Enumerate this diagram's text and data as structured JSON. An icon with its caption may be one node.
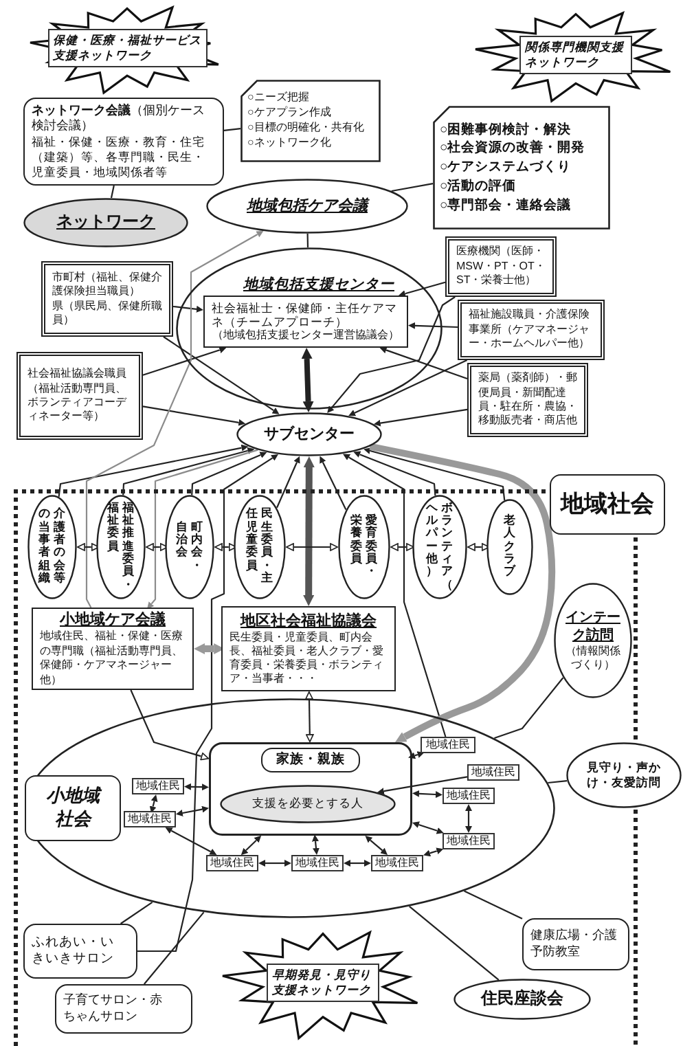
{
  "diagram": {
    "nodes": [
      {
        "text": [
          "保健・医療・福祉サービス支援ネットワーク"
        ]
      },
      {
        "text": [
          "関係専門機関支援ネットワーク"
        ]
      },
      {
        "text": [
          "**ネットワーク会議**（個別ケース検討会議）",
          "福祉・保健・医療・教育・住宅（建築）等、各専門職・民生・児童委員・地域関係者等"
        ]
      },
      {
        "text": [
          "○ニーズ把握",
          "○ケアプラン作成",
          "○目標の明確化・共有化",
          "○ネットワーク化"
        ]
      },
      {
        "text": [
          "○困難事例検討・解決",
          "○社会資源の改善・開発",
          "○ケアシステムづくり",
          "○活動の評価",
          "○専門部会・連絡会議"
        ]
      },
      {
        "text": [
          "ネットワーク"
        ]
      },
      {
        "text": [
          "地域包括ケア会議"
        ]
      },
      {
        "text": [
          "医療機関（医師・MSW・PT・OT・ST・栄養士他）"
        ]
      },
      {
        "text": [
          "市町村（福祉、保健介護保険担当職員）",
          "県（県民局、保健所職員）"
        ]
      },
      {
        "text": [
          "地域包括支援センター"
        ]
      },
      {
        "text": [
          "社会福祉士・保健師・主任ケアマネ（チームアプローチ）",
          "（地域包括支援センター運営協議会）"
        ],
        "in": 9
      },
      {
        "text": [
          "福祉施設職員・介護保険事業所（ケアマネージャー・ホームヘルパー他）"
        ]
      },
      {
        "text": [
          "社会福祉協議会職員",
          "（福祉活動専門員、ボランティアコーディネーター等）"
        ]
      },
      {
        "text": [
          "薬局（薬剤師）・郵便局員・新聞配達員・駐在所・農協・移動販売者・商店他"
        ]
      },
      {
        "text": [
          "サブセンター"
        ]
      },
      {
        "text": [
          "地域社会"
        ]
      },
      {
        "text": [
          "介護者の会等の当事者組織"
        ],
        "in": 15
      },
      {
        "text": [
          "福祉推進委員・福祉委員"
        ],
        "in": 15
      },
      {
        "text": [
          "町内会・自治会"
        ],
        "in": 15
      },
      {
        "text": [
          "民生委員・主任児童委員"
        ],
        "in": 15
      },
      {
        "text": [
          "愛育委員・栄養委員"
        ],
        "in": 15
      },
      {
        "text": [
          "ボランティア（ヘルパー他）"
        ],
        "in": 15
      },
      {
        "text": [
          "老人クラブ"
        ],
        "in": 15
      },
      {
        "text": [
          "インテーク訪問",
          "（情報関係づくり）"
        ],
        "in": 15
      },
      {
        "text": [
          "小地域ケア会議",
          "地域住民、福祉・保健・医療の専門職（福祉活動専門員、保健師・ケアマネージャー他）"
        ],
        "in": 15
      },
      {
        "text": [
          "地区社会福祉協議会",
          "民生委員・児童委員、町内会長、福祉委員・老人クラブ・愛育委員・栄養委員・ボランティア・当事者・・・"
        ],
        "in": 15
      },
      {
        "text": [
          "小地域社会"
        ],
        "in": 15
      },
      {
        "text": [
          "地域住民"
        ],
        "in": 26
      },
      {
        "text": [
          "家族・親族"
        ],
        "in": 26
      },
      {
        "text": [
          "支援を必要とする人"
        ],
        "in": 28
      },
      {
        "text": [
          "地域住民"
        ],
        "in": 26
      },
      {
        "text": [
          "地域住民"
        ],
        "in": 26
      },
      {
        "text": [
          "地域住民"
        ],
        "in": 26
      },
      {
        "text": [
          "見守り・声かけ・友愛訪問"
        ]
      },
      {
        "text": [
          "地域住民"
        ],
        "in": 26
      },
      {
        "text": [
          "地域住民"
        ],
        "in": 26
      },
      {
        "text": [
          "地域住民"
        ],
        "in": 26
      },
      {
        "text": [
          "地域住民"
        ],
        "in": 26
      },
      {
        "text": [
          "地域住民"
        ],
        "in": 26
      },
      {
        "text": [
          "健康広場・介護予防教室"
        ],
        "in": 15
      },
      {
        "text": [
          "ふれあい・いきいきサロン"
        ],
        "in": 15
      },
      {
        "text": [
          "住民座談会"
        ],
        "in": 15
      },
      {
        "text": [
          "子育てサロン・赤ちゃんサロン"
        ],
        "in": 15
      },
      {
        "text": [
          "早期発見・見守り支援ネットワーク"
        ],
        "in": 15
      }
    ],
    "edges": [
      {
        "from": 2,
        "to": 5,
        "arrow": "none"
      },
      {
        "from": 2,
        "to": 3,
        "arrow": "none"
      },
      {
        "from": 6,
        "to": 4,
        "arrow": "none"
      },
      {
        "from": 6,
        "to": 9,
        "arrow": "none"
      },
      {
        "from": 8,
        "to": 10,
        "arrow": "to"
      },
      {
        "from": 7,
        "to": 10,
        "arrow": "to"
      },
      {
        "from": 11,
        "to": 10,
        "arrow": "to"
      },
      {
        "from": 12,
        "to": 10,
        "arrow": "to"
      },
      {
        "from": 13,
        "to": 10,
        "arrow": "to"
      },
      {
        "from": 10,
        "to": 14,
        "arrow": "both",
        "style": "thick"
      },
      {
        "from": 8,
        "to": 14,
        "arrow": "to"
      },
      {
        "from": 7,
        "to": 14,
        "arrow": "to"
      },
      {
        "from": 11,
        "to": 14,
        "arrow": "to"
      },
      {
        "from": 12,
        "to": 14,
        "arrow": "to"
      },
      {
        "from": 13,
        "to": 14,
        "arrow": "to"
      },
      {
        "from": 16,
        "to": 14,
        "arrow": "to"
      },
      {
        "from": 17,
        "to": 14,
        "arrow": "to"
      },
      {
        "from": 18,
        "to": 14,
        "arrow": "to"
      },
      {
        "from": 19,
        "to": 14,
        "arrow": "to"
      },
      {
        "from": 20,
        "to": 14,
        "arrow": "to"
      },
      {
        "from": 21,
        "to": 14,
        "arrow": "to"
      },
      {
        "from": 22,
        "to": 14,
        "arrow": "to"
      },
      {
        "from": 27,
        "to": 14,
        "arrow": "to"
      },
      {
        "from": 40,
        "to": 14,
        "arrow": "to"
      },
      {
        "from": 14,
        "to": 25,
        "arrow": "both",
        "style": "thick",
        "color": "#555555"
      },
      {
        "from": 24,
        "to": 6,
        "arrow": "to",
        "color": "#8c8c8c"
      },
      {
        "from": 14,
        "to": 24,
        "arrow": "to",
        "color": "#8c8c8c"
      },
      {
        "from": 16,
        "to": 17,
        "arrow": "both"
      },
      {
        "from": 17,
        "to": 18,
        "arrow": "both"
      },
      {
        "from": 18,
        "to": 19,
        "arrow": "both"
      },
      {
        "from": 19,
        "to": 20,
        "arrow": "both"
      },
      {
        "from": 20,
        "to": 21,
        "arrow": "both"
      },
      {
        "from": 21,
        "to": 22,
        "arrow": "both"
      },
      {
        "from": 24,
        "to": 25,
        "arrow": "both",
        "style": "thick",
        "color": "#999999"
      },
      {
        "from": 25,
        "to": 28,
        "arrow": "both"
      },
      {
        "from": 24,
        "to": 28,
        "arrow": "to"
      },
      {
        "from": 14,
        "to": 28,
        "arrow": "to",
        "style": "thick",
        "color": "#999999"
      },
      {
        "from": 31,
        "to": 28,
        "arrow": "both"
      },
      {
        "from": 34,
        "to": 28,
        "arrow": "both"
      },
      {
        "from": 31,
        "to": 34,
        "arrow": "both"
      },
      {
        "from": 34,
        "to": 36,
        "arrow": "both"
      },
      {
        "from": 36,
        "to": 28,
        "arrow": "both"
      },
      {
        "from": 36,
        "to": 37,
        "arrow": "both"
      },
      {
        "from": 37,
        "to": 28,
        "arrow": "both"
      },
      {
        "from": 37,
        "to": 38,
        "arrow": "both"
      },
      {
        "from": 38,
        "to": 28,
        "arrow": "both"
      },
      {
        "from": 38,
        "to": 35,
        "arrow": "both"
      },
      {
        "from": 35,
        "to": 28,
        "arrow": "both"
      },
      {
        "from": 32,
        "to": 28,
        "arrow": "both"
      },
      {
        "from": 32,
        "to": 35,
        "arrow": "both"
      },
      {
        "from": 30,
        "to": 29,
        "arrow": "to"
      },
      {
        "from": 27,
        "to": 28,
        "arrow": "both"
      },
      {
        "from": 23,
        "to": 26,
        "arrow": "none"
      },
      {
        "from": 33,
        "to": 26,
        "arrow": "none"
      },
      {
        "from": 39,
        "to": 26,
        "arrow": "none"
      },
      {
        "from": 41,
        "to": 26,
        "arrow": "none"
      },
      {
        "from": 40,
        "to": 26,
        "arrow": "none"
      },
      {
        "from": 42,
        "to": 26,
        "arrow": "none"
      }
    ]
  }
}
